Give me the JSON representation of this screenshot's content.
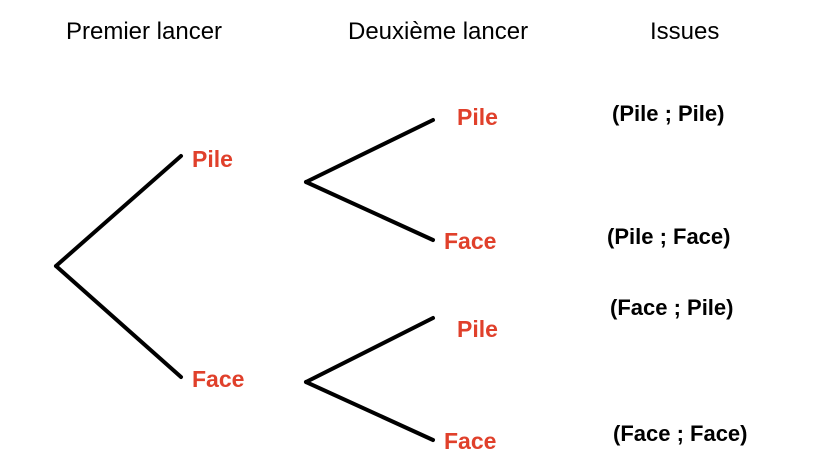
{
  "headers": {
    "first_throw": "Premier lancer",
    "second_throw": "Deuxième lancer",
    "outcomes": "Issues"
  },
  "level1": [
    {
      "label": "Pile"
    },
    {
      "label": "Face"
    }
  ],
  "level2": [
    {
      "label": "Pile",
      "parent": 0
    },
    {
      "label": "Face",
      "parent": 0
    },
    {
      "label": "Pile",
      "parent": 1
    },
    {
      "label": "Face",
      "parent": 1
    }
  ],
  "outcomes": [
    {
      "label": "(Pile ; Pile)"
    },
    {
      "label": "(Pile ; Face)"
    },
    {
      "label": "(Face ; Pile)"
    },
    {
      "label": "(Face ; Face)"
    }
  ],
  "colors": {
    "node_text": "#e0402b",
    "branch": "#000000",
    "text": "#000000"
  }
}
